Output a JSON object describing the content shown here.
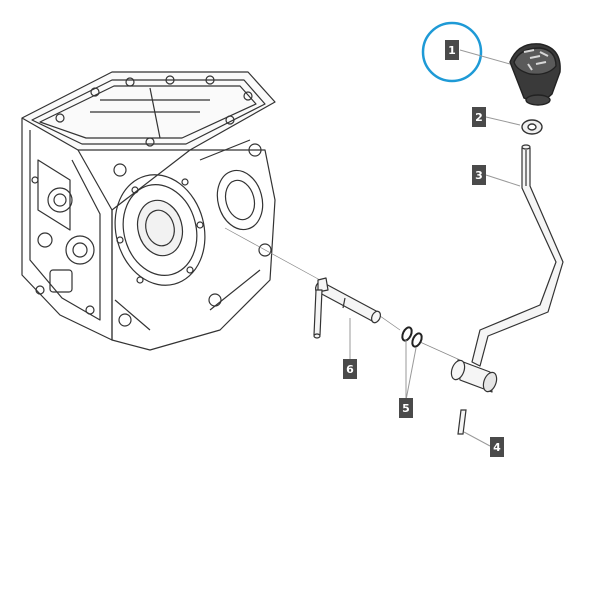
{
  "parts": [
    {
      "id": "part-1",
      "number": "1"
    },
    {
      "id": "part-2",
      "number": "2"
    },
    {
      "id": "part-3",
      "number": "3"
    },
    {
      "id": "part-4",
      "number": "4"
    },
    {
      "id": "part-5",
      "number": "5"
    },
    {
      "id": "part-6",
      "number": "6"
    }
  ],
  "highlight": {
    "part": "1",
    "color": "#1e9ad6"
  },
  "colors": {
    "line": "#333333",
    "label_bg": "#4a4a4a",
    "label_text": "#ffffff",
    "leader": "#999999"
  }
}
